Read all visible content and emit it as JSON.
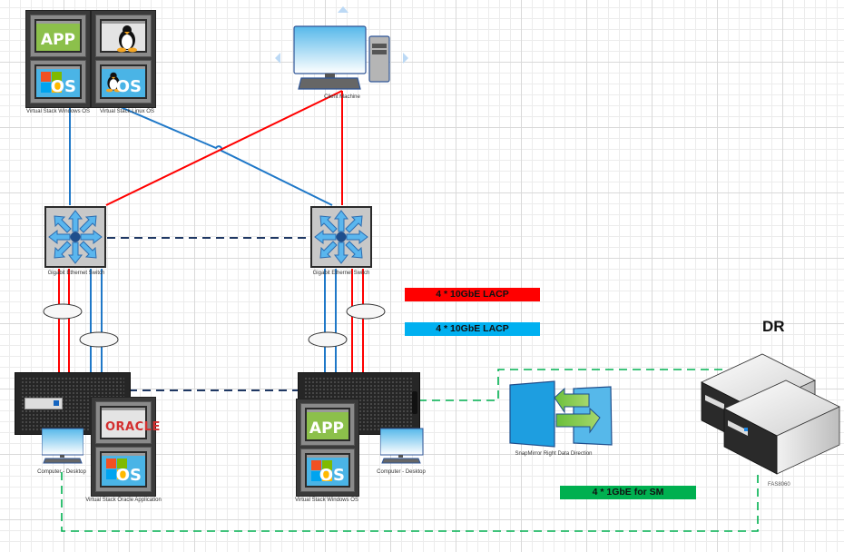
{
  "diagram": {
    "title_dr": "DR",
    "nodes": {
      "vs_windows_top": {
        "label": "Virtual Stack Windows OS",
        "app_text": "APP",
        "os_text": "OS"
      },
      "vs_linux_top": {
        "label": "Virtual Stack Linux OS",
        "os_text": "OS"
      },
      "client_machine": {
        "label": "Client Machine"
      },
      "switch_left": {
        "label": "Gigabit Ethernet Switch"
      },
      "switch_right": {
        "label": "Gigabit Ethernet Switch"
      },
      "storage_left": {
        "label": ""
      },
      "storage_right": {
        "label": ""
      },
      "desktop_left": {
        "label": "Computer - Desktop"
      },
      "desktop_right": {
        "label": "Computer - Desktop"
      },
      "vs_oracle": {
        "label": "Virtual Stack Oracle Application",
        "app_text": "ORACLE",
        "os_text": "OS"
      },
      "vs_windows_bottom": {
        "label": "Virtual Stack Windows OS",
        "app_text": "APP",
        "os_text": "OS"
      },
      "snapmirror": {
        "label": "SnapMirror Right Data Direction"
      },
      "dr_storage": {
        "label": "FAS8060"
      }
    },
    "legend": [
      {
        "text": "4 * 10GbE LACP",
        "color": "#ff0000"
      },
      {
        "text": "4 * 10GbE LACP",
        "color": "#00b0f0"
      },
      {
        "text": "4 * 1GbE for SM",
        "color": "#00b050"
      }
    ],
    "colors": {
      "red_link": "#ff0000",
      "blue_link": "#1f78c8",
      "green_dashed_link": "#00b050",
      "navy_dashed_link": "#1f3864"
    }
  }
}
